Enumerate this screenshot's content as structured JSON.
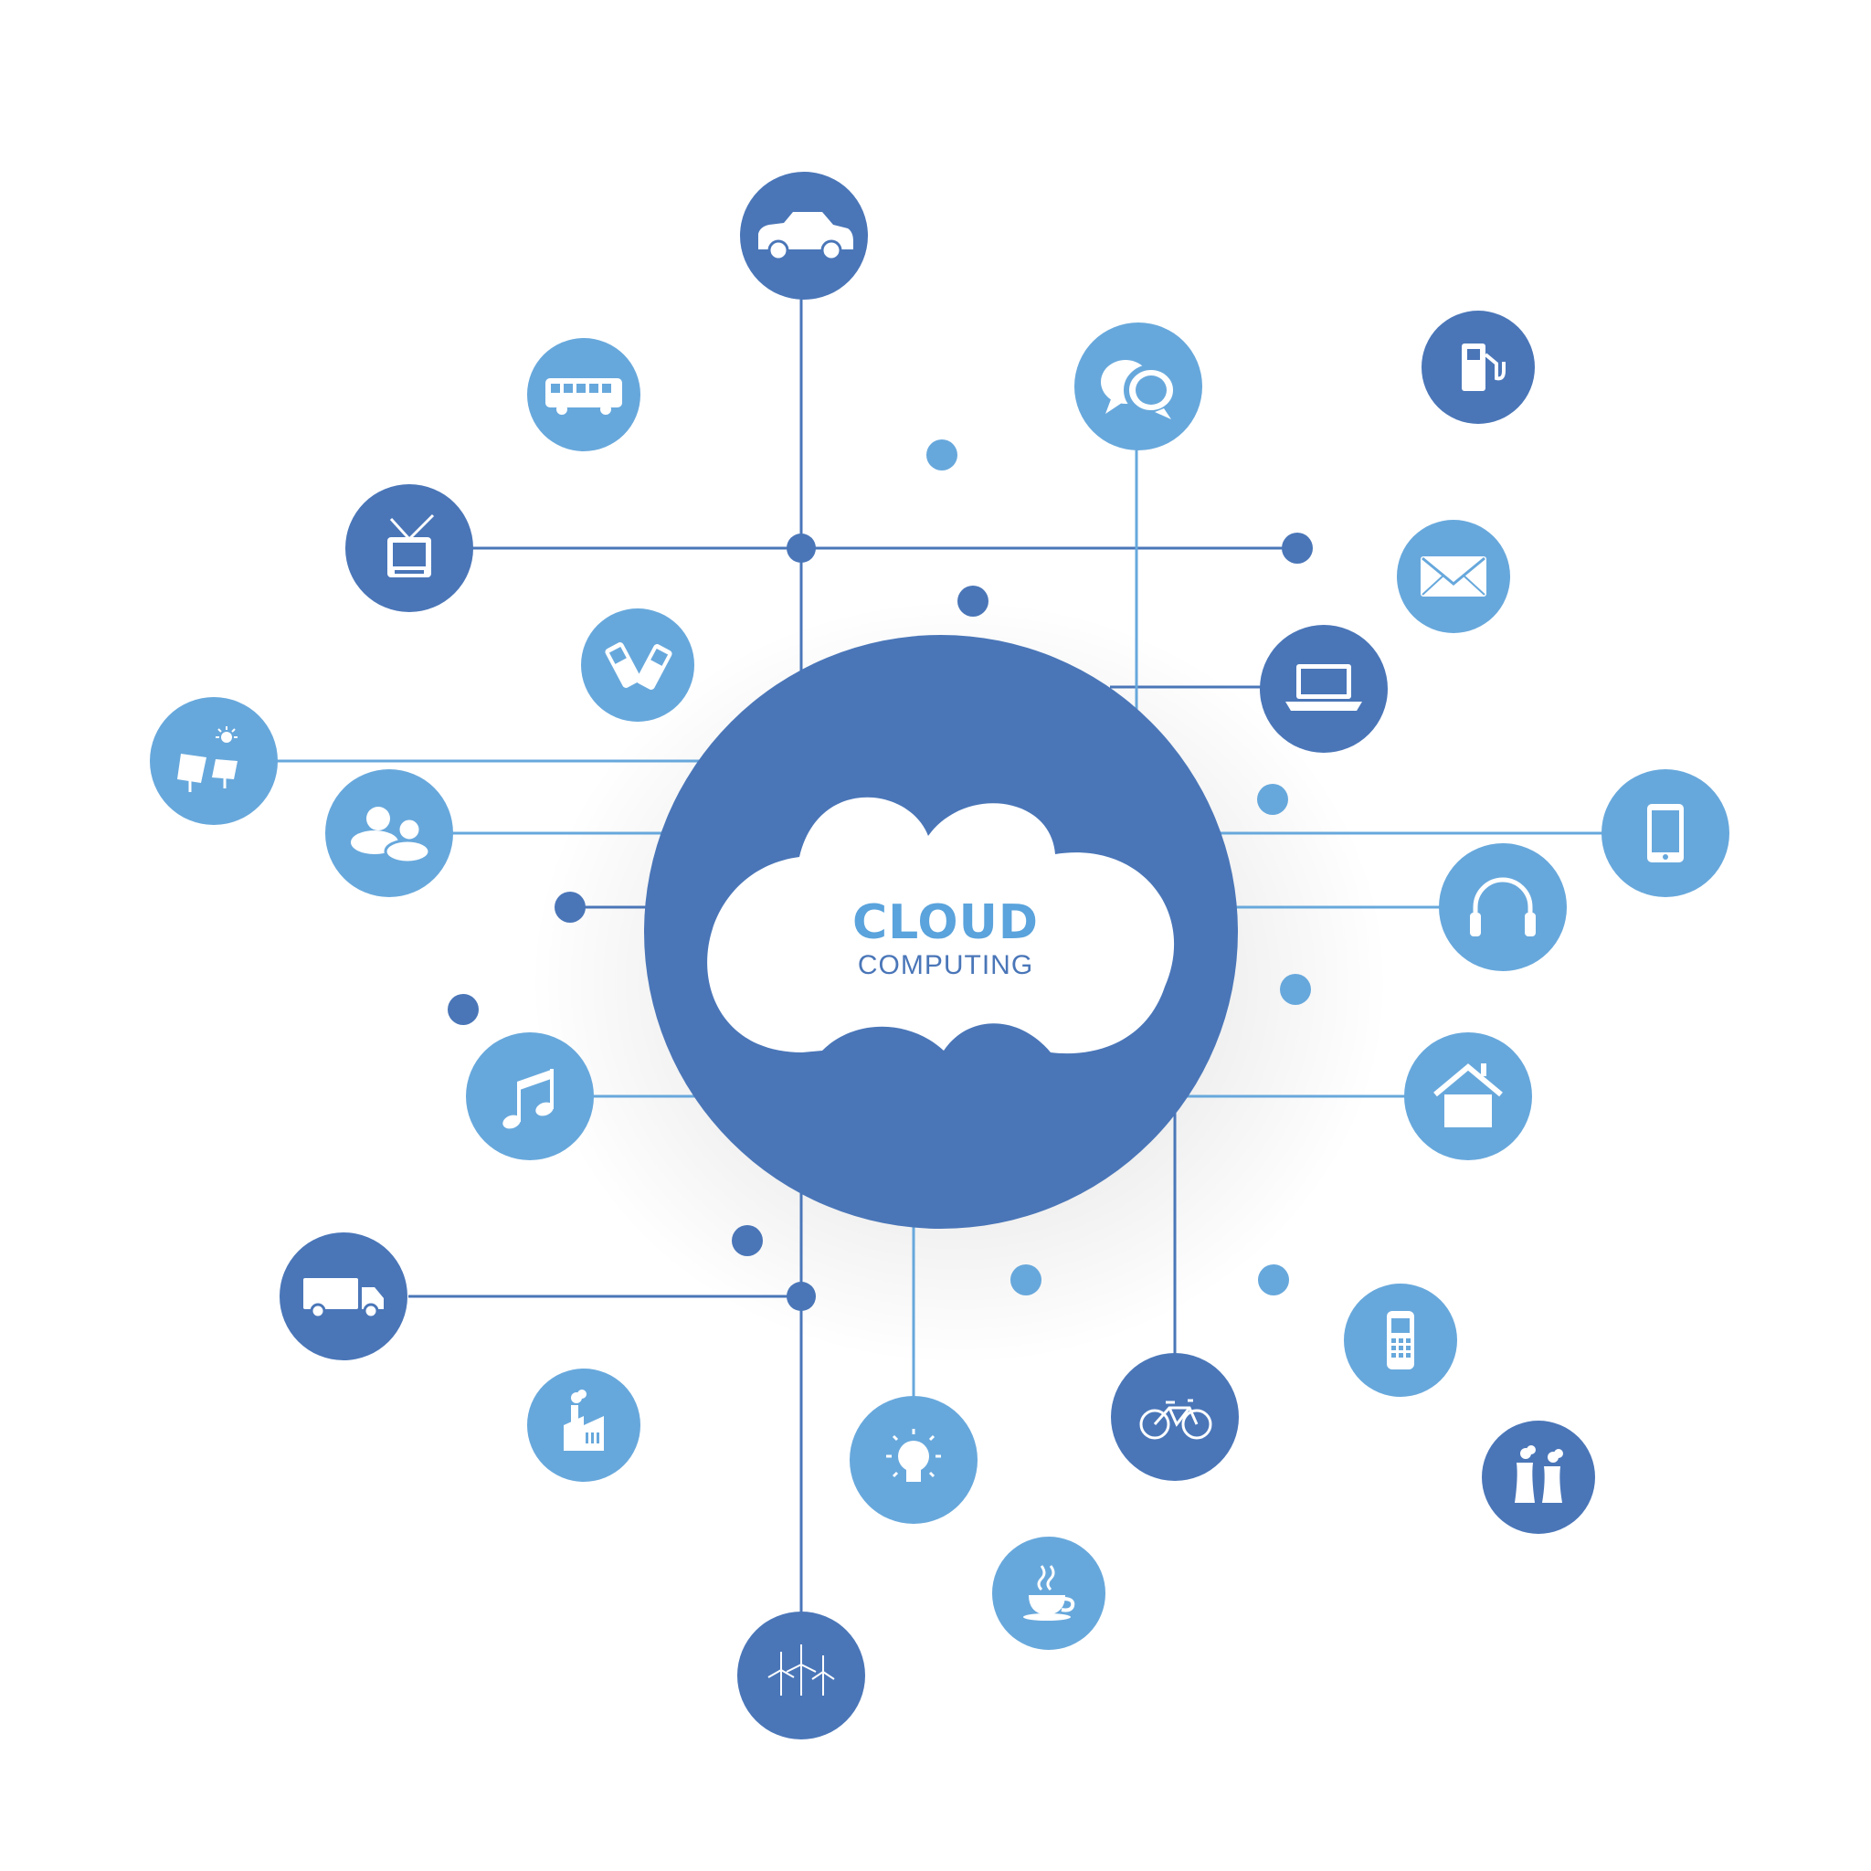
{
  "hub": {
    "title_line1": "CLOUD",
    "title_line2": "COMPUTING",
    "icon": "cloud-icon"
  },
  "colors": {
    "dark": "#4a76b8",
    "light": "#67a8dc",
    "white": "#ffffff",
    "title_light": "#5aa3dc",
    "title_dark": "#4a76b8"
  },
  "nodes": [
    {
      "icon": "car-icon",
      "tone": "dark"
    },
    {
      "icon": "bus-icon",
      "tone": "light"
    },
    {
      "icon": "chat-bubbles-icon",
      "tone": "light"
    },
    {
      "icon": "fuel-pump-icon",
      "tone": "dark"
    },
    {
      "icon": "tv-icon",
      "tone": "dark"
    },
    {
      "icon": "envelope-icon",
      "tone": "light"
    },
    {
      "icon": "mobile-phones-icon",
      "tone": "light"
    },
    {
      "icon": "laptop-icon",
      "tone": "dark"
    },
    {
      "icon": "solar-panel-icon",
      "tone": "light"
    },
    {
      "icon": "people-icon",
      "tone": "light"
    },
    {
      "icon": "tablet-icon",
      "tone": "light"
    },
    {
      "icon": "headphones-icon",
      "tone": "light"
    },
    {
      "icon": "music-note-icon",
      "tone": "light"
    },
    {
      "icon": "home-icon",
      "tone": "light"
    },
    {
      "icon": "truck-icon",
      "tone": "dark"
    },
    {
      "icon": "cell-phone-icon",
      "tone": "light"
    },
    {
      "icon": "factory-icon",
      "tone": "light"
    },
    {
      "icon": "light-bulb-icon",
      "tone": "light"
    },
    {
      "icon": "bicycle-icon",
      "tone": "dark"
    },
    {
      "icon": "power-plant-icon",
      "tone": "dark"
    },
    {
      "icon": "coffee-cup-icon",
      "tone": "light"
    },
    {
      "icon": "wind-turbines-icon",
      "tone": "dark"
    }
  ]
}
